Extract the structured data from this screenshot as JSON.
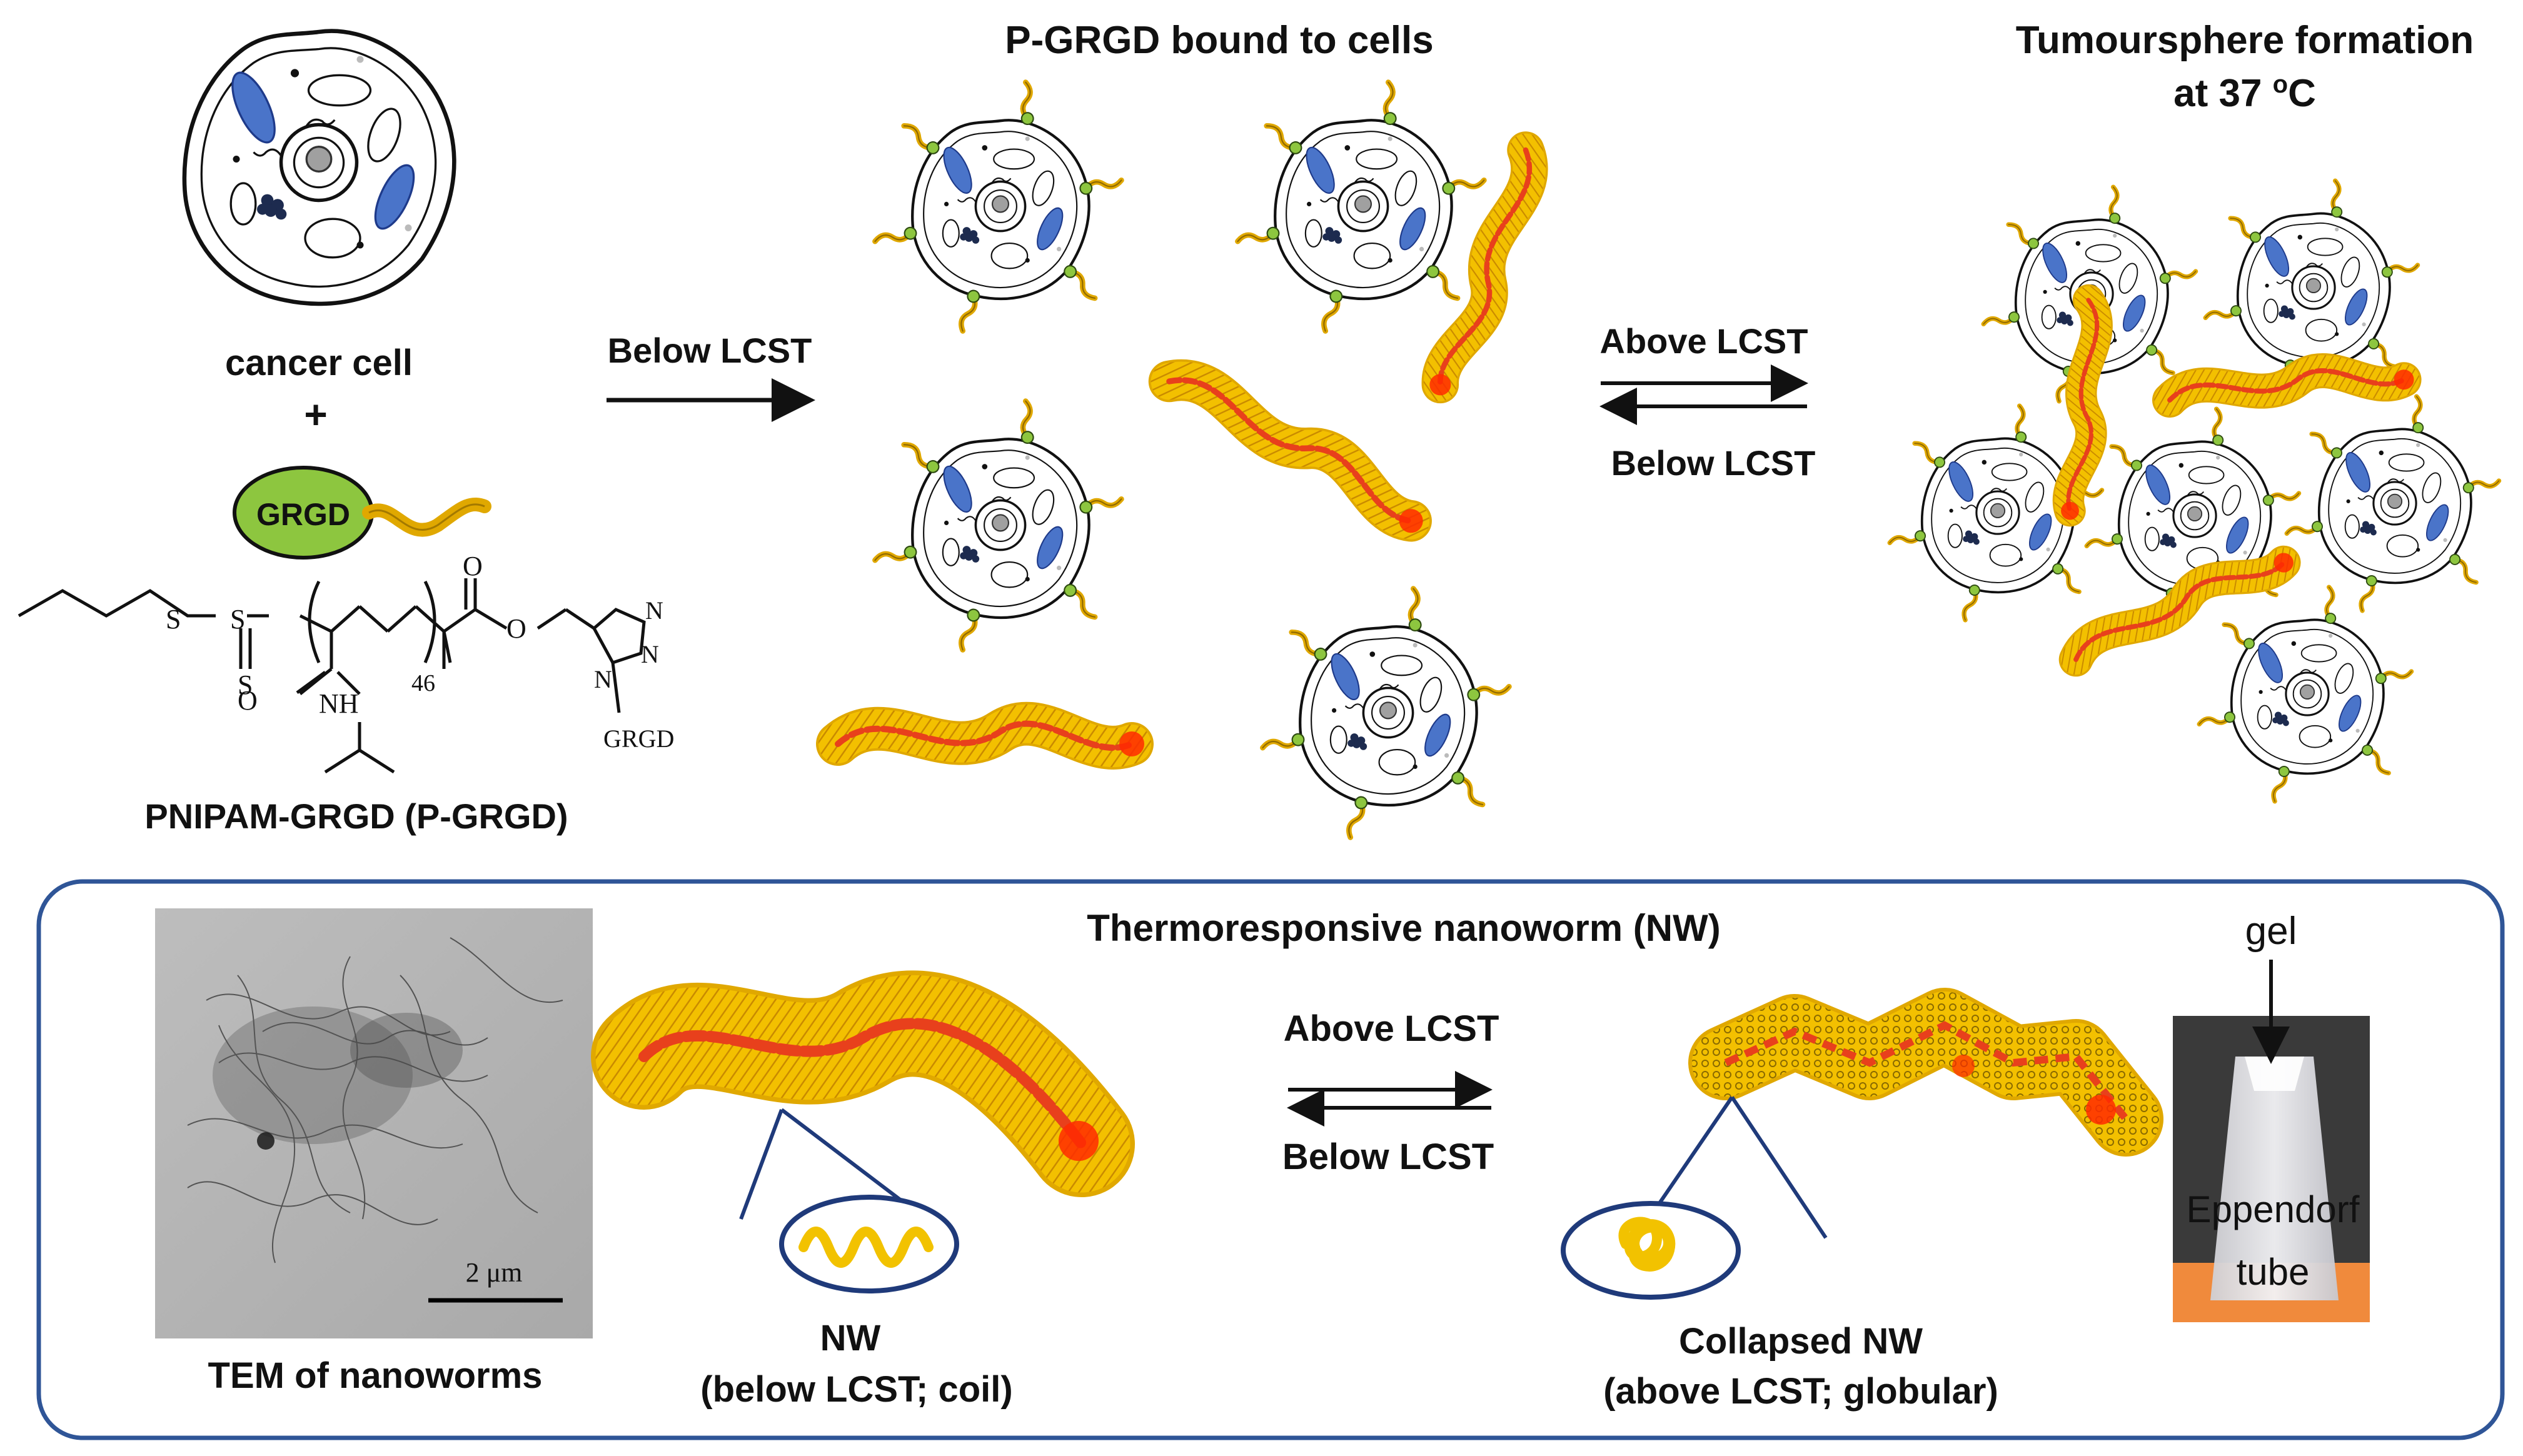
{
  "top": {
    "cancer_cell_label": "cancer cell",
    "plus_sign": "+",
    "grgd_label": "GRGD",
    "polymer_name": "PNIPAM-GRGD (P-GRGD)",
    "chem_subscript": "46",
    "chem_s1": "S",
    "chem_s2": "S",
    "chem_s3": "S",
    "chem_o1": "O",
    "chem_o2": "O",
    "chem_o3": "O",
    "chem_nh": "NH",
    "chem_n1": "N",
    "chem_n2": "N",
    "chem_n3": "N",
    "chem_grgd": "GRGD",
    "arrow1_label": "Below LCST",
    "bound_title": "P-GRGD bound to cells",
    "eq_above": "Above LCST",
    "eq_below": "Below LCST",
    "tumour_title_line1": "Tumoursphere formation",
    "tumour_title_line2_prefix": "at 37 ",
    "tumour_title_sup": "o",
    "tumour_title_line2_suffix": "C"
  },
  "bottom": {
    "panel_title": "Thermoresponsive nanoworm (NW)",
    "scale_bar": "2 μm",
    "tem_caption": "TEM of nanoworms",
    "eq_above": "Above LCST",
    "eq_below": "Below LCST",
    "nw_caption_line1": "NW",
    "nw_caption_line2": "(below LCST; coil)",
    "collapsed_caption_line1": "Collapsed NW",
    "collapsed_caption_line2": "(above LCST; globular)",
    "gel_label": "gel",
    "tube_label_line1": "Eppendorf",
    "tube_label_line2": "tube"
  },
  "colors": {
    "grgd_fill": "#8dc63f",
    "worm_yellow": "#f2c200",
    "worm_core": "#e63b1a",
    "nucleus_blue": "#4a74c9",
    "panel_border": "#2f5597",
    "tube_base": "#f08a3c"
  }
}
